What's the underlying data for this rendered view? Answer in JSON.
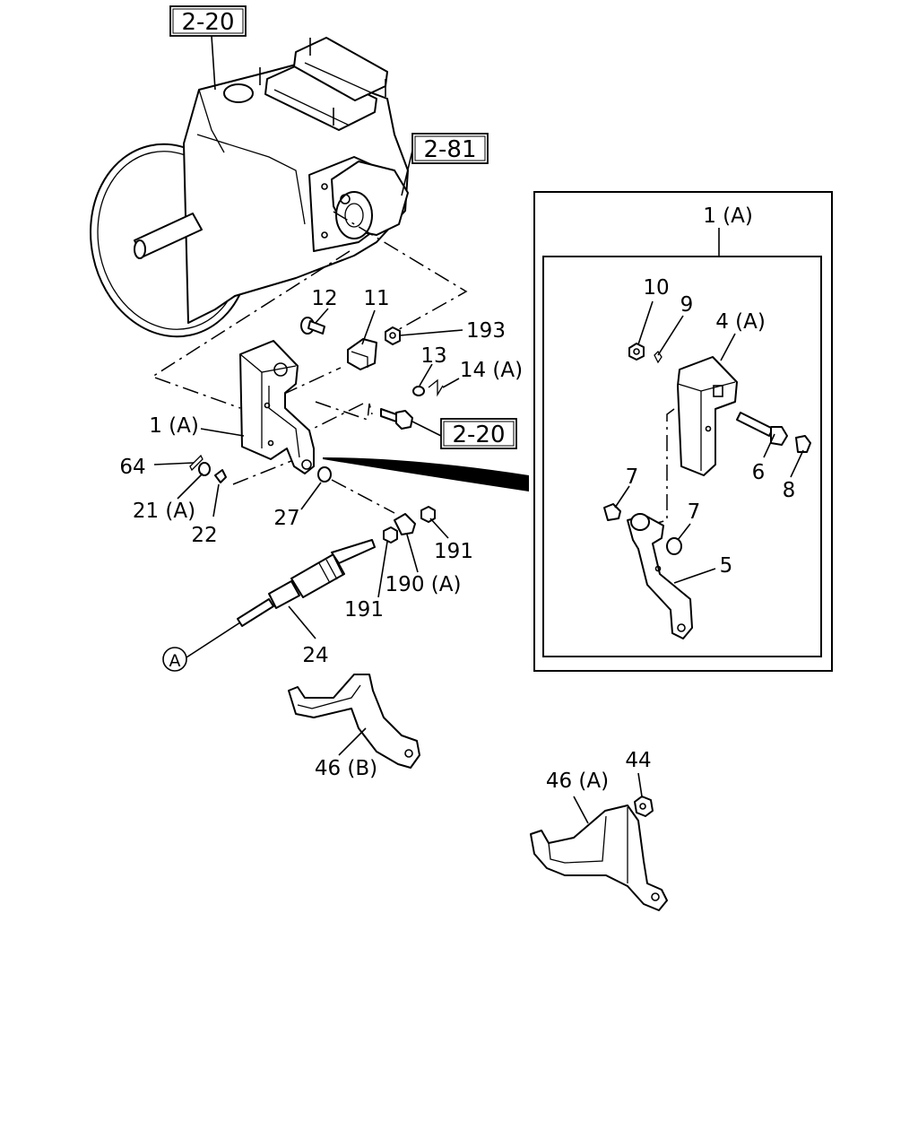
{
  "ref_boxes": {
    "top": "2-20",
    "right": "2-81",
    "mid": "2-20"
  },
  "labels": {
    "l12": "12",
    "l11": "11",
    "l193": "193",
    "l13": "13",
    "l14a": "14 (A)",
    "l1a": "1 (A)",
    "l64": "64",
    "l21a": "21 (A)",
    "l22": "22",
    "l27": "27",
    "l191a": "191",
    "l191b": "191",
    "l190a": "190 (A)",
    "l24": "24",
    "circA": "A",
    "l46b": "46 (B)",
    "l46a": "46 (A)",
    "l44": "44"
  },
  "inset": {
    "title": "1 (A)",
    "l10": "10",
    "l9": "9",
    "l4a": "4 (A)",
    "l6": "6",
    "l8": "8",
    "l7a": "7",
    "l7b": "7",
    "l5": "5"
  }
}
